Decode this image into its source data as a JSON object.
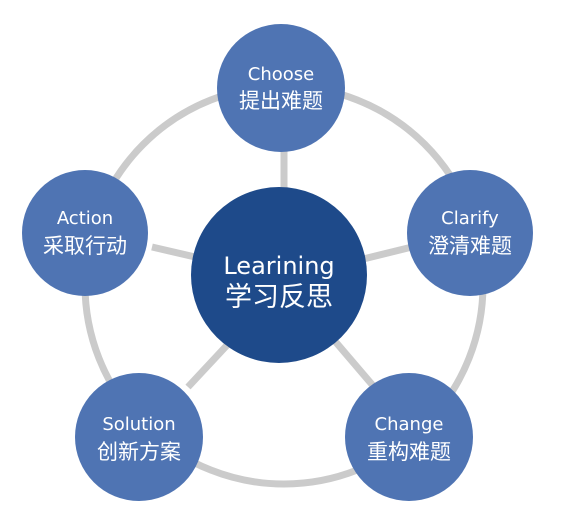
{
  "center": {
    "title_en": "Learining",
    "title_zh": "学习反思"
  },
  "nodes": [
    {
      "en": "Choose",
      "zh": "提出难题"
    },
    {
      "en": "Clarify",
      "zh": "澄清难题"
    },
    {
      "en": "Change",
      "zh": "重构难题"
    },
    {
      "en": "Solution",
      "zh": "创新方案"
    },
    {
      "en": "Action",
      "zh": "采取行动"
    }
  ],
  "colors": {
    "outer_node": "#4f74b3",
    "center_node": "#1e4a8a",
    "connector": "#cbcbcb",
    "text": "#ffffff"
  }
}
